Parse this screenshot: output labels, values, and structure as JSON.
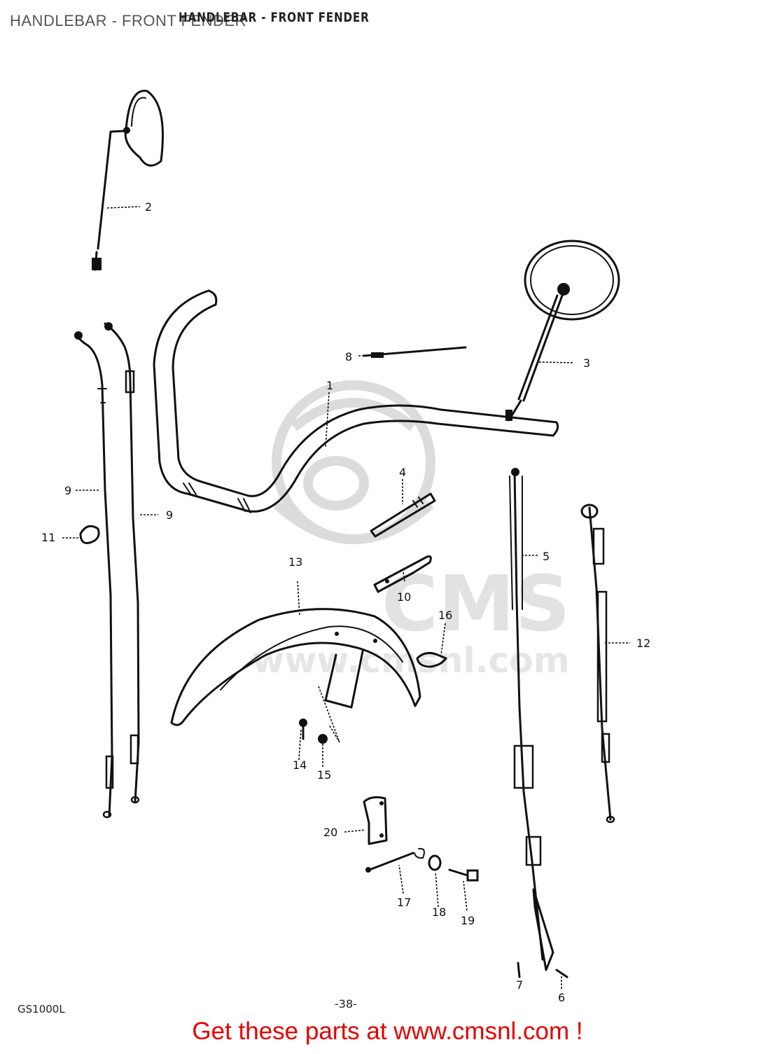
{
  "header": {
    "title": "HANDLEBAR - FRONT FENDER",
    "original_heading": "HANDLEBAR - FRONT FENDER"
  },
  "watermark": {
    "text": "CMS",
    "url": "www.cmsnl.com",
    "color": "#d9d9d9"
  },
  "callouts": [
    "1",
    "2",
    "3",
    "4",
    "5",
    "6",
    "7",
    "8",
    "9",
    "9",
    "10",
    "11",
    "12",
    "13",
    "14",
    "15",
    "16",
    "17",
    "18",
    "19",
    "20"
  ],
  "footer": {
    "model": "GS1000L",
    "page": "-38-",
    "cta": "Get these parts at www.cmsnl.com !",
    "cta_color": "#e40000"
  }
}
